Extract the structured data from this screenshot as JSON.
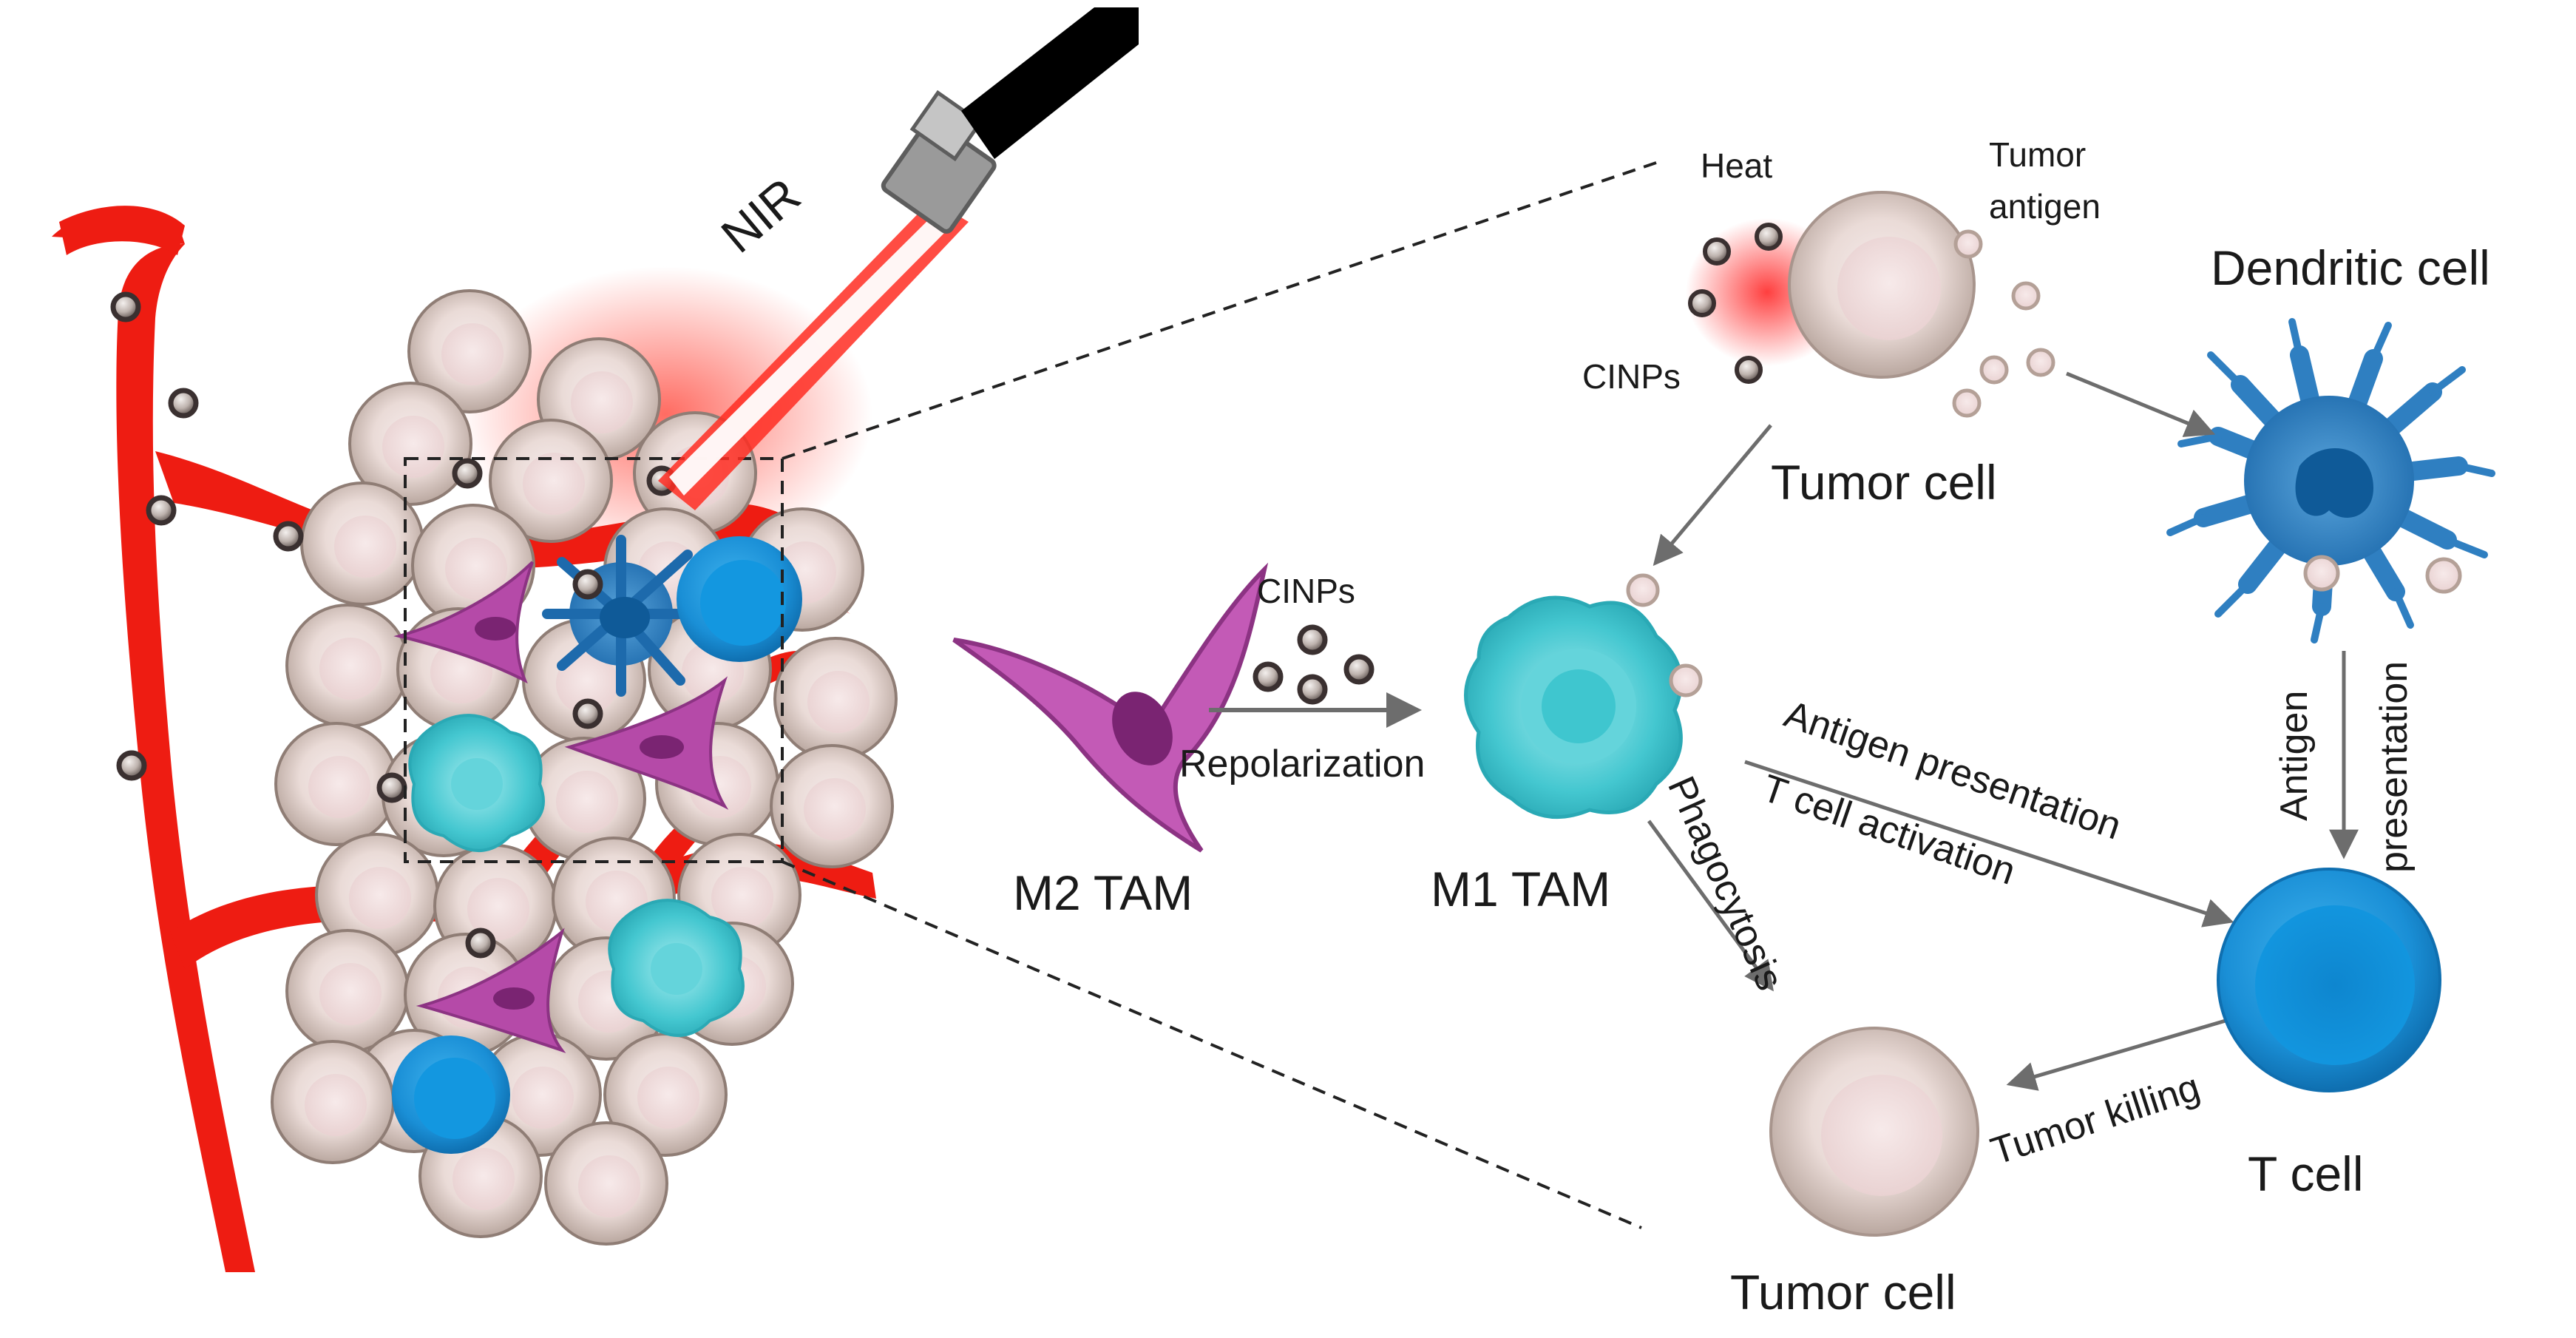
{
  "labels": {
    "nir": "NIR",
    "heat": "Heat",
    "tumor_antigen_line1": "Tumor",
    "tumor_antigen_line2": "antigen",
    "dendritic_cell": "Dendritic cell",
    "cinps_top": "CINPs",
    "tumor_cell_top": "Tumor cell",
    "cinps_mid": "CINPs",
    "repolarization": "Repolarization",
    "m2_tam": "M2 TAM",
    "m1_tam": "M1 TAM",
    "phagocytosis": "Phagocytosis",
    "antigen_presentation_diag": "Antigen presentation",
    "t_cell_activation": "T cell activation",
    "antigen_vertical_1": "Antigen",
    "antigen_vertical_2": "presentation",
    "t_cell": "T cell",
    "tumor_killing": "Tumor killing",
    "tumor_cell_bottom": "Tumor cell"
  },
  "colors": {
    "vessel": "#ee1c12",
    "tumor_cell_outer": "#d2c5bd",
    "tumor_cell_inner": "#f1e2e3",
    "dendritic": "#2f7fc1",
    "m1_tam": "#3fc6cf",
    "m2_tam": "#b54aa8",
    "t_cell": "#1a8fd6",
    "nanoparticle": "#3a3030",
    "arrow": "#6d6d6d",
    "laser": "#ff3b2e"
  }
}
